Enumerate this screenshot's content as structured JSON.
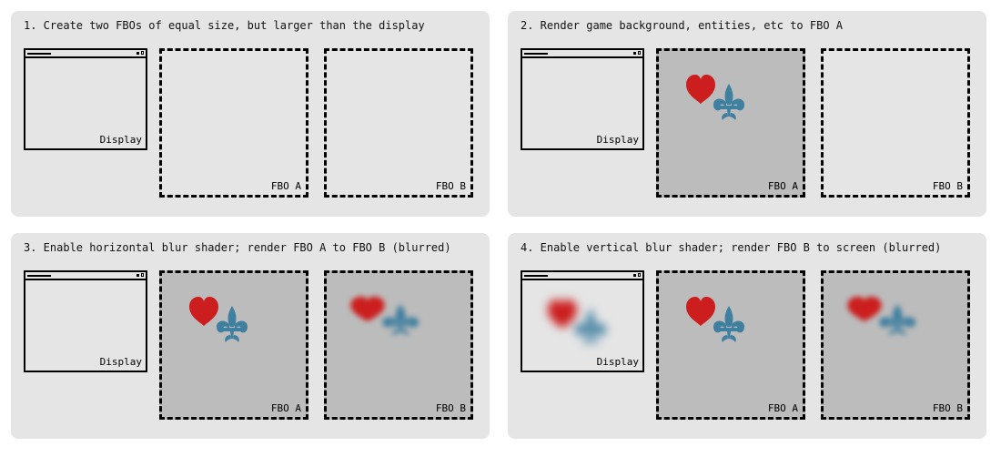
{
  "panels": [
    {
      "title": "1. Create two FBOs of equal size, but larger than the display",
      "display_label": "Display",
      "fbo_a_label": "FBO A",
      "fbo_b_label": "FBO B"
    },
    {
      "title": "2. Render game background, entities, etc to FBO A",
      "display_label": "Display",
      "fbo_a_label": "FBO A",
      "fbo_b_label": "FBO B"
    },
    {
      "title": "3. Enable horizontal blur shader; render FBO A to FBO B (blurred)",
      "display_label": "Display",
      "fbo_a_label": "FBO A",
      "fbo_b_label": "FBO B"
    },
    {
      "title": "4. Enable vertical blur shader; render FBO B to screen (blurred)",
      "display_label": "Display",
      "fbo_a_label": "FBO A",
      "fbo_b_label": "FBO B"
    }
  ],
  "colors": {
    "heart": "#cc1e1e",
    "fleur": "#3f7fa0",
    "fbo_fill": "#bcbcbc",
    "panel_bg": "#e5e5e5"
  },
  "icons": [
    "heart-icon",
    "fleur-de-lis-icon"
  ]
}
